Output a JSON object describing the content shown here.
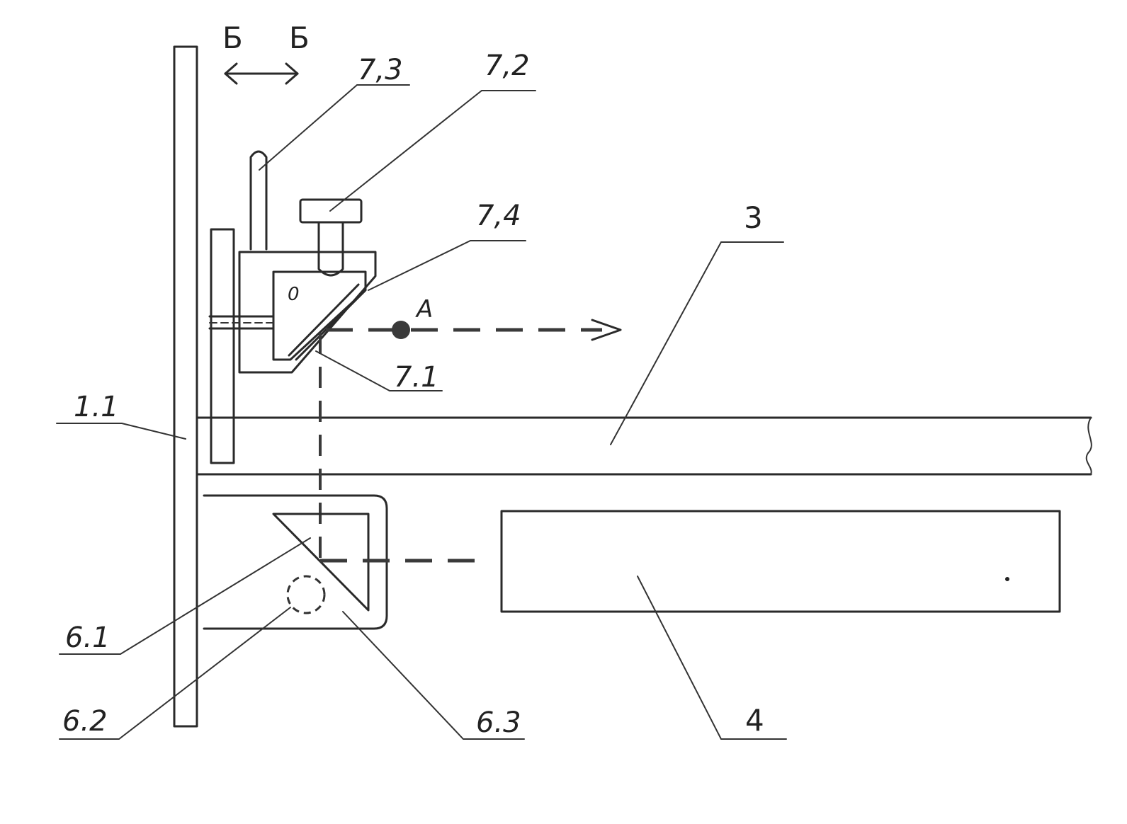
{
  "labels": {
    "section_left": "Б",
    "section_right": "Б",
    "l_7_3": "7,3",
    "l_7_2": "7,2",
    "l_7_4": "7,4",
    "l_7_1": "7.1",
    "l_3": "3",
    "l_1_1": "1.1",
    "l_6_1": "6.1",
    "l_6_2": "6.2",
    "l_6_3": "6.3",
    "l_4": "4",
    "point_a": "A",
    "prism_mark": "0"
  },
  "colors": {
    "ink": "#2a2a2a",
    "beam": "#3a3a3a",
    "paper": "#ffffff"
  }
}
